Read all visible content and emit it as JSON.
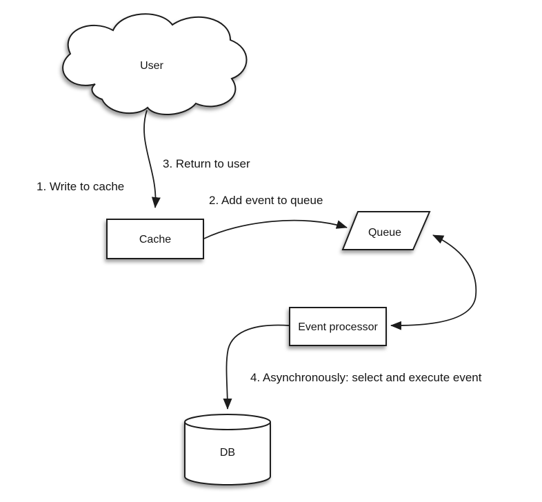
{
  "colors": {
    "background": "#ffffff",
    "stroke": "#1c1c1c",
    "shape_fill": "#ffffff",
    "text": "#141414"
  },
  "diagram": {
    "nodes": {
      "user": {
        "label": "User",
        "shape": "cloud"
      },
      "cache": {
        "label": "Cache",
        "shape": "rectangle"
      },
      "queue": {
        "label": "Queue",
        "shape": "parallelogram"
      },
      "event_processor": {
        "label": "Event processor",
        "shape": "rectangle"
      },
      "db": {
        "label": "DB",
        "shape": "cylinder"
      }
    },
    "steps": {
      "step1": "1. Write to cache",
      "step2": "2. Add event to queue",
      "step3": "3. Return to user",
      "step4": "4. Asynchronously: select and execute event"
    },
    "edges": [
      {
        "from": "user",
        "to": "cache",
        "direction": "one-way"
      },
      {
        "from": "cache",
        "to": "queue",
        "direction": "one-way"
      },
      {
        "from": "queue",
        "to": "event_processor",
        "direction": "two-way"
      },
      {
        "from": "event_processor",
        "to": "db",
        "direction": "one-way"
      }
    ]
  }
}
